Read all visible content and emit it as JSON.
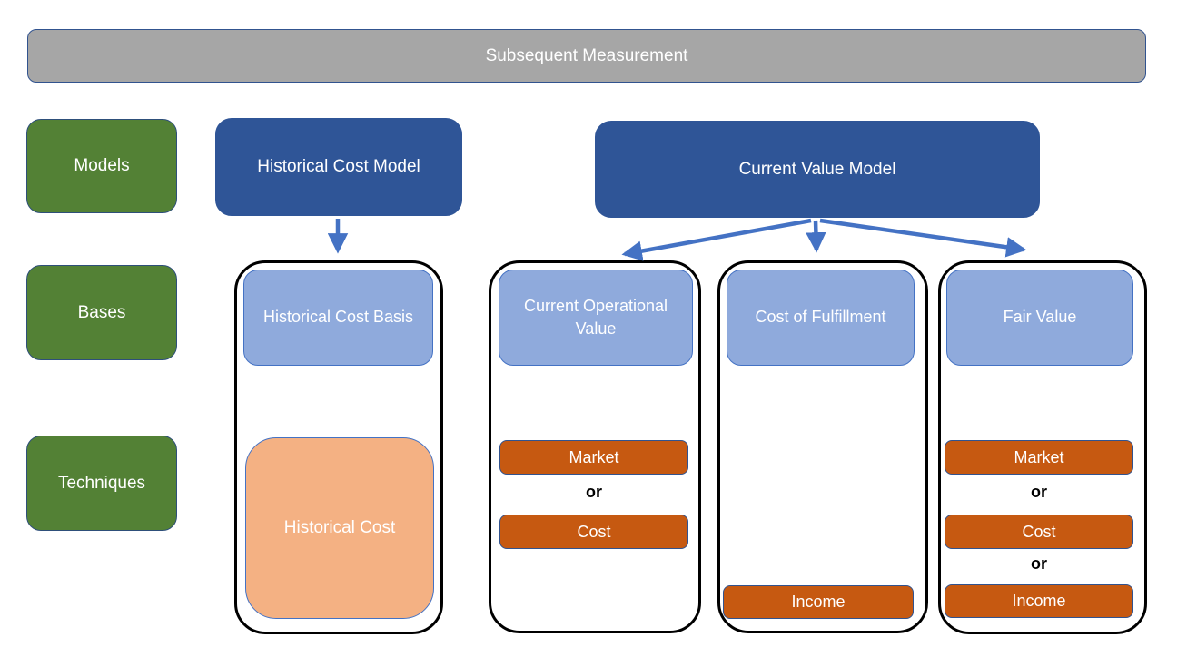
{
  "banner": {
    "title": "Subsequent Measurement"
  },
  "rows": {
    "models": "Models",
    "bases": "Bases",
    "techniques": "Techniques"
  },
  "models": {
    "historical_cost": "Historical Cost Model",
    "current_value": "Current Value Model"
  },
  "bases": {
    "historical_cost_basis": "Historical Cost Basis",
    "current_operational_value": "Current Operational Value",
    "cost_of_fulfillment": "Cost of Fulfillment",
    "fair_value": "Fair Value"
  },
  "techniques": {
    "historical_cost": "Historical Cost",
    "market": "Market",
    "cost": "Cost",
    "income": "Income",
    "or": "or"
  },
  "colors": {
    "banner_gray": "#A6A6A6",
    "green": "#538135",
    "dark_blue": "#2F5597",
    "light_blue": "#8FAADC",
    "peach": "#F4B183",
    "orange": "#C65911",
    "arrow_blue": "#4472C4",
    "container_outline": "#000000"
  }
}
